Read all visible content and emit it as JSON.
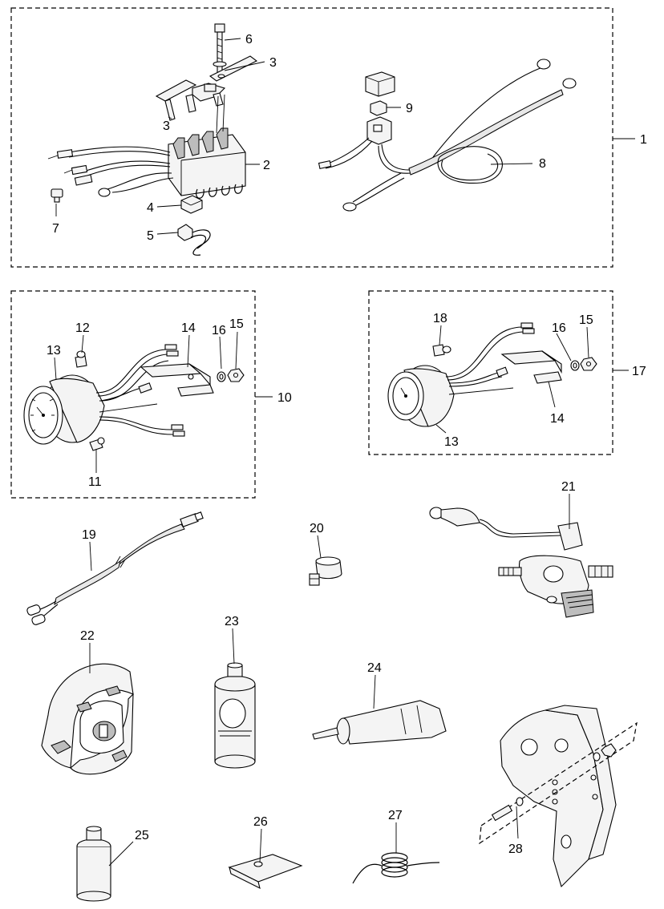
{
  "callouts": [
    {
      "id": "c1",
      "label": "1"
    },
    {
      "id": "c2",
      "label": "2"
    },
    {
      "id": "c3a",
      "label": "3"
    },
    {
      "id": "c3b",
      "label": "3"
    },
    {
      "id": "c4",
      "label": "4"
    },
    {
      "id": "c5",
      "label": "5"
    },
    {
      "id": "c6",
      "label": "6"
    },
    {
      "id": "c7",
      "label": "7"
    },
    {
      "id": "c8",
      "label": "8"
    },
    {
      "id": "c9",
      "label": "9"
    },
    {
      "id": "c10",
      "label": "10"
    },
    {
      "id": "c11",
      "label": "11"
    },
    {
      "id": "c12",
      "label": "12"
    },
    {
      "id": "c13a",
      "label": "13"
    },
    {
      "id": "c14a",
      "label": "14"
    },
    {
      "id": "c15a",
      "label": "15"
    },
    {
      "id": "c16a",
      "label": "16"
    },
    {
      "id": "c13b",
      "label": "13"
    },
    {
      "id": "c14b",
      "label": "14"
    },
    {
      "id": "c15b",
      "label": "15"
    },
    {
      "id": "c16b",
      "label": "16"
    },
    {
      "id": "c17",
      "label": "17"
    },
    {
      "id": "c18",
      "label": "18"
    },
    {
      "id": "c19",
      "label": "19"
    },
    {
      "id": "c20",
      "label": "20"
    },
    {
      "id": "c21",
      "label": "21"
    },
    {
      "id": "c22",
      "label": "22"
    },
    {
      "id": "c23",
      "label": "23"
    },
    {
      "id": "c24",
      "label": "24"
    },
    {
      "id": "c25",
      "label": "25"
    },
    {
      "id": "c26",
      "label": "26"
    },
    {
      "id": "c27",
      "label": "27"
    },
    {
      "id": "c28",
      "label": "28"
    }
  ]
}
